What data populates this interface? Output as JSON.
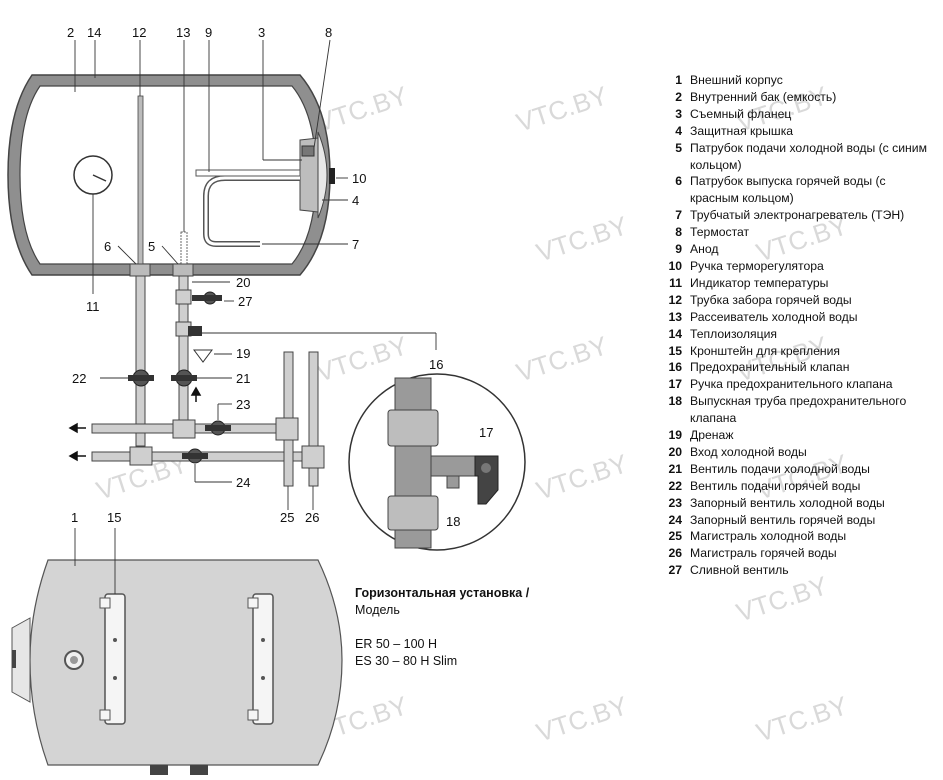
{
  "watermark": "VTC.BY",
  "callouts": {
    "c1_top": "2",
    "c2_top": "14",
    "c3_top": "12",
    "c4_top": "13",
    "c5_top": "9",
    "c6_top": "3",
    "c7_top": "8",
    "c10": "10",
    "c4": "4",
    "c7": "7",
    "c6": "6",
    "c5": "5",
    "c11": "11",
    "c20": "20",
    "c27": "27",
    "c16": "16",
    "c19": "19",
    "c22": "22",
    "c21": "21",
    "c23": "23",
    "c24": "24",
    "c25": "25",
    "c26": "26",
    "c17": "17",
    "c18": "18",
    "c1_bottom": "1",
    "c15_bottom": "15"
  },
  "legend": [
    {
      "num": "1",
      "text": "Внешний корпус"
    },
    {
      "num": "2",
      "text": "Внутренний бак (емкость)"
    },
    {
      "num": "3",
      "text": "Съемный фланец"
    },
    {
      "num": "4",
      "text": "Защитная крышка"
    },
    {
      "num": "5",
      "text": "Патрубок подачи холодной воды (с синим кольцом)"
    },
    {
      "num": "6",
      "text": "Патрубок выпуска горячей воды (с красным кольцом)"
    },
    {
      "num": "7",
      "text": "Трубчатый электронагреватель (ТЭН)"
    },
    {
      "num": "8",
      "text": "Термостат"
    },
    {
      "num": "9",
      "text": "Анод"
    },
    {
      "num": "10",
      "text": "Ручка терморегулятора"
    },
    {
      "num": "11",
      "text": "Индикатор температуры"
    },
    {
      "num": "12",
      "text": "Трубка забора горячей воды"
    },
    {
      "num": "13",
      "text": "Рассеиватель холодной воды"
    },
    {
      "num": "14",
      "text": "Теплоизоляция"
    },
    {
      "num": "15",
      "text": "Кронштейн для крепления"
    },
    {
      "num": "16",
      "text": "Предохранительный клапан"
    },
    {
      "num": "17",
      "text": "Ручка предохранительного клапана"
    },
    {
      "num": "18",
      "text": "Выпускная труба предохранительного клапана"
    },
    {
      "num": "19",
      "text": "Дренаж"
    },
    {
      "num": "20",
      "text": "Вход холодной воды"
    },
    {
      "num": "21",
      "text": "Вентиль подачи холодной воды"
    },
    {
      "num": "22",
      "text": "Вентиль подачи горячей воды"
    },
    {
      "num": "23",
      "text": "Запорный вентиль холодной воды"
    },
    {
      "num": "24",
      "text": "Запорный вентиль горячей воды"
    },
    {
      "num": "25",
      "text": "Магистраль холодной воды"
    },
    {
      "num": "26",
      "text": "Магистраль горячей воды"
    },
    {
      "num": "27",
      "text": "Сливной вентиль"
    }
  ],
  "model": {
    "title": "Горизонтальная установка /",
    "caption": "Модель",
    "models": [
      "ER 50 – 100 H",
      "ES 30 – 80 H Slim"
    ]
  }
}
